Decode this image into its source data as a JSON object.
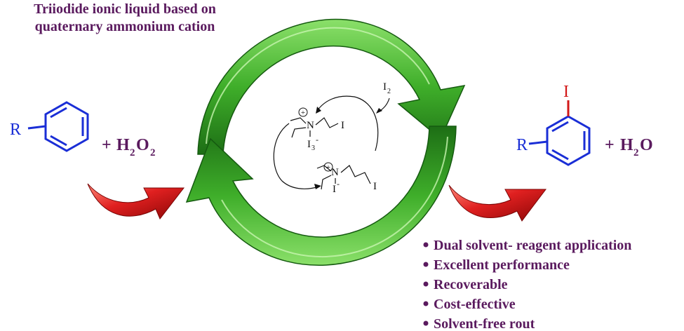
{
  "title_lines": [
    "Triiodide ionic liquid based on",
    "quaternary ammonium cation"
  ],
  "reactant": {
    "substituent": "R",
    "plus": "+",
    "reagent_main": "H",
    "reagent_sub1": "2",
    "reagent_mid": "O",
    "reagent_sub2": "2"
  },
  "product": {
    "substituent": "R",
    "iodo": "I",
    "plus": "+",
    "byproduct_main": "H",
    "byproduct_sub": "2",
    "byproduct_end": "O"
  },
  "mechanism": {
    "iodine_main": "I",
    "iodine_sub": "2",
    "plus_charge": "+",
    "nitrogen": "N",
    "triiodide_main": "I",
    "triiodide_sub": "3",
    "triiodide_charge": "-",
    "alkyl_iodide_top": "I",
    "iodide_main": "I",
    "iodide_charge": "-",
    "alkyl_iodide_bottom": "I"
  },
  "bullets": [
    "Dual solvent- reagent application",
    "Excellent performance",
    "Recoverable",
    "Cost-effective",
    "Solvent-free rout"
  ],
  "colors": {
    "title": "#5a1a5e",
    "structure_blue": "#1a2ed6",
    "iodo_red": "#d21818",
    "arrow_red": "#d01010",
    "cycle_green": "#3fae2a"
  }
}
